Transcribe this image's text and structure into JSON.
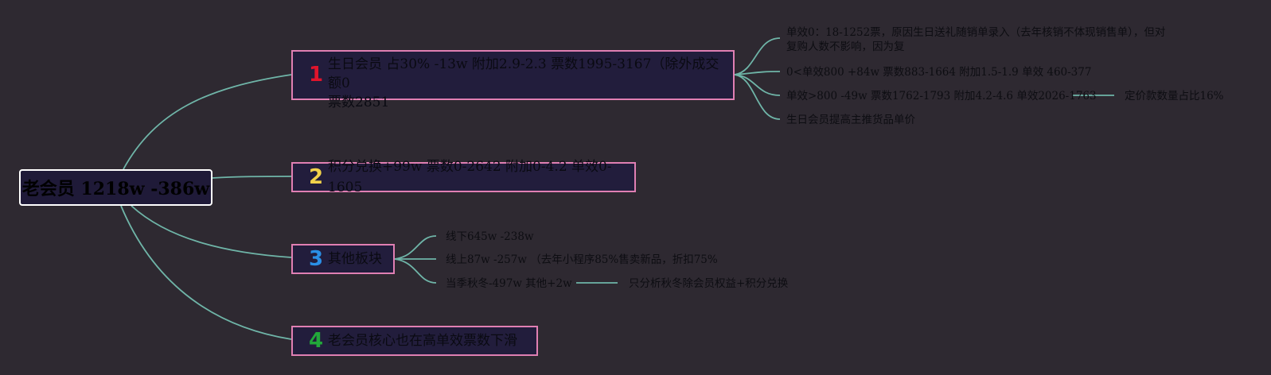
{
  "root": {
    "label": "老会员 1218w -386w"
  },
  "branches": [
    {
      "number": "1",
      "number_color": "#e0142c",
      "line1": "生日会员 占30% -13w 附加2.9-2.3 票数1995-3167（除外成交额0",
      "line2": "票数2851",
      "children": [
        {
          "line1": "单效0：18-1252票，原因生日送礼随销单录入（去年核销不体现销售单），但对",
          "line2": "复购人数不影响，因为复"
        },
        {
          "line1": "0<单效800 +84w 票数883-1664 附加1.5-1.9 单效 460-377"
        },
        {
          "line1": "单效>800 -49w 票数1762-1793 附加4.2-4.6 单效2026-1763",
          "child": "定价款数量占比16%"
        },
        {
          "line1": "生日会员提高主推货品单价"
        }
      ]
    },
    {
      "number": "2",
      "number_color": "#f2d24a",
      "line1": "积分兑换+99w 票数0-2642 附加0-4.2 单效0-1605"
    },
    {
      "number": "3",
      "number_color": "#2a8fe6",
      "line1": "其他板块",
      "children": [
        {
          "line1": "线下645w -238w"
        },
        {
          "line1": "线上87w -257w （去年小程序85%售卖新品，折扣75%"
        },
        {
          "line1": "当季秋冬-497w 其他+2w",
          "child": "只分析秋冬除会员权益+积分兑换"
        }
      ]
    },
    {
      "number": "4",
      "number_color": "#22a83a",
      "line1": "老会员核心也在高单效票数下滑"
    }
  ],
  "colors": {
    "connector": "#6fb5a8",
    "node_border": "#e07fb3",
    "root_border": "#ffffff"
  }
}
